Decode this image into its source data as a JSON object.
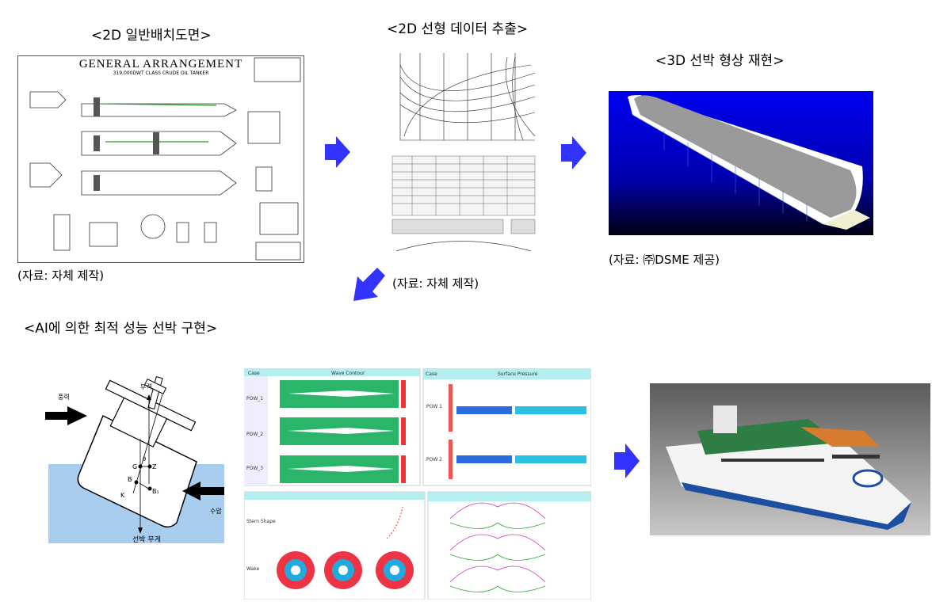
{
  "steps": {
    "ga": {
      "title": "<2D 일반배치도면>",
      "caption": "(자료: 자체 제작)",
      "drawing_title": "GENERAL ARRANGEMENT",
      "drawing_subtitle": "319,000DWT CLASS CRUDE OIL TANKER"
    },
    "lines": {
      "title": "<2D 선형 데이터 추출>",
      "caption": "(자료: 자체 제작)"
    },
    "model3d": {
      "title": "<3D 선박 형상 재현>",
      "caption": "(자료: ㈜DSME 제공)"
    },
    "ai": {
      "title": "<AI에 의한 최적 성능 선박 구현>"
    }
  },
  "stability": {
    "wind": "풍력",
    "buoyancy": "부력",
    "water_pressure": "수압",
    "weight": "선박 무게",
    "G": "G",
    "Z": "Z",
    "B": "B",
    "B1": "B₁",
    "K": "K",
    "theta": "θ"
  },
  "cfd": {
    "case": "Case",
    "wave_contour": "Wave Contour",
    "surface_pressure": "Surface Pressure",
    "rows": [
      "POW_1",
      "POW_2",
      "POW_3"
    ],
    "pressure_rows": [
      "POW 1",
      "POW 2"
    ],
    "stern_shape": "Stern Shape",
    "wake": "Wake"
  },
  "colors": {
    "arrow": "#3333ff",
    "water": "#a9cdee",
    "header": "#b4eeee"
  }
}
